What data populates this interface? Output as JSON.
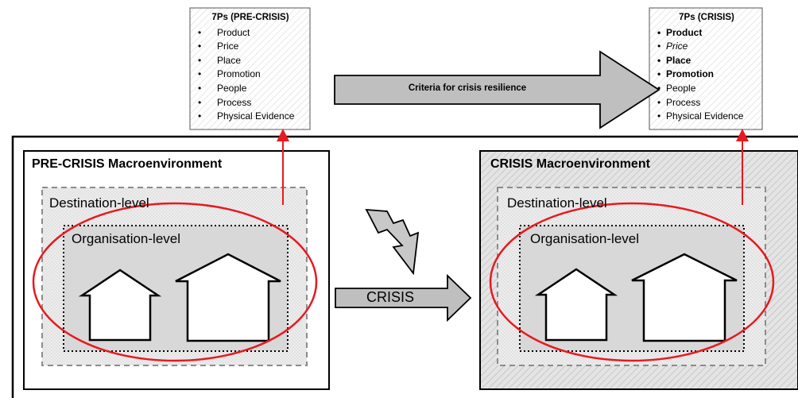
{
  "top_left_box": {
    "title": "7Ps (PRE-CRISIS)",
    "items": [
      "Product",
      "Price",
      "Place",
      "Promotion",
      "People",
      "Process",
      "Physical Evidence"
    ]
  },
  "top_right_box": {
    "title": "7Ps (CRISIS)",
    "items": [
      {
        "text": "Product",
        "style": "bold"
      },
      {
        "text": "Price",
        "style": "italic"
      },
      {
        "text": "Place",
        "style": "bold"
      },
      {
        "text": "Promotion",
        "style": "bold"
      },
      {
        "text": "People",
        "style": "normal"
      },
      {
        "text": "Process",
        "style": "normal"
      },
      {
        "text": "Physical Evidence",
        "style": "normal"
      }
    ]
  },
  "resilience_arrow": {
    "label": "Criteria for crisis resilience"
  },
  "pre_crisis_panel": {
    "title": "PRE-CRISIS Macroenvironment",
    "destination_label": "Destination-level",
    "organisation_label": "Organisation-level"
  },
  "crisis_arrow": {
    "label": "CRISIS"
  },
  "crisis_panel": {
    "title": "CRISIS Macroenvironment",
    "destination_label": "Destination-level",
    "organisation_label": "Organisation-level"
  },
  "colors": {
    "highlight_ellipse": "#e8191f",
    "arrow_fill": "#bfbfbf",
    "dashed_border": "#8c8c8c",
    "panel_fill": "#dcdcdc",
    "lightning_fill": "#c8c8c8"
  },
  "icons": [
    "lightning-bolt-icon",
    "house-arrow-icon"
  ]
}
